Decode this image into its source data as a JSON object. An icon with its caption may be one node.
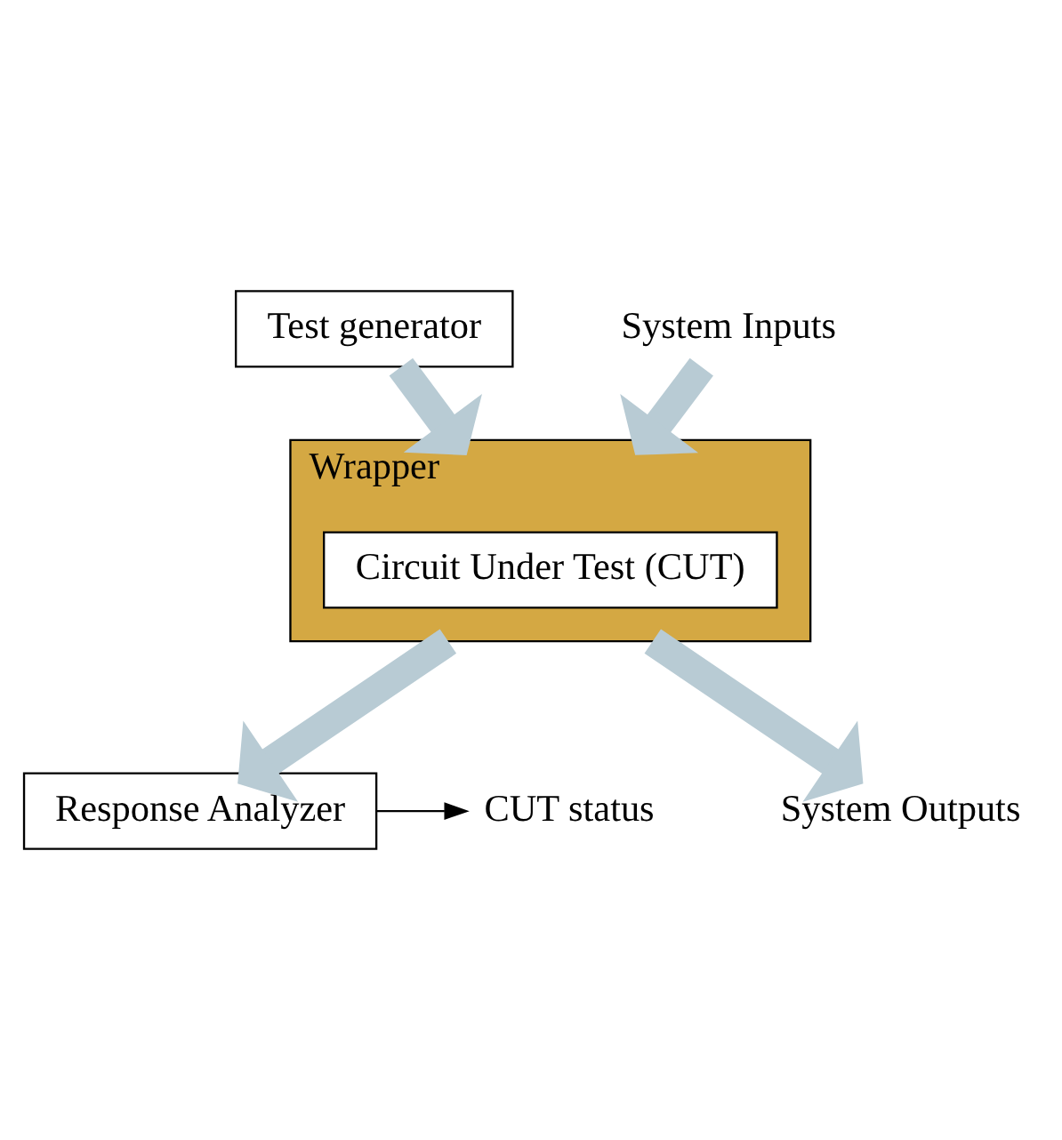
{
  "diagram": {
    "nodes": [
      {
        "text": [
          "Test generator"
        ]
      },
      {
        "text": [
          "System Inputs"
        ]
      },
      {
        "text": [
          "Wrapper"
        ]
      },
      {
        "text": [
          "Circuit Under Test (CUT)"
        ],
        "in": 2
      },
      {
        "text": [
          "Response Analyzer"
        ]
      },
      {
        "text": [
          "CUT status"
        ]
      },
      {
        "text": [
          "System Outputs"
        ]
      }
    ],
    "edges": [
      {
        "from": 0,
        "to": 2,
        "arrow": "to",
        "color": "#b8cbd4"
      },
      {
        "from": 1,
        "to": 2,
        "arrow": "to",
        "color": "#b8cbd4"
      },
      {
        "from": 2,
        "to": 4,
        "arrow": "to",
        "color": "#b8cbd4"
      },
      {
        "from": 4,
        "to": 5,
        "arrow": "to",
        "color": "#000000"
      },
      {
        "from": 2,
        "to": 6,
        "arrow": "to",
        "color": "#b8cbd4"
      }
    ]
  }
}
